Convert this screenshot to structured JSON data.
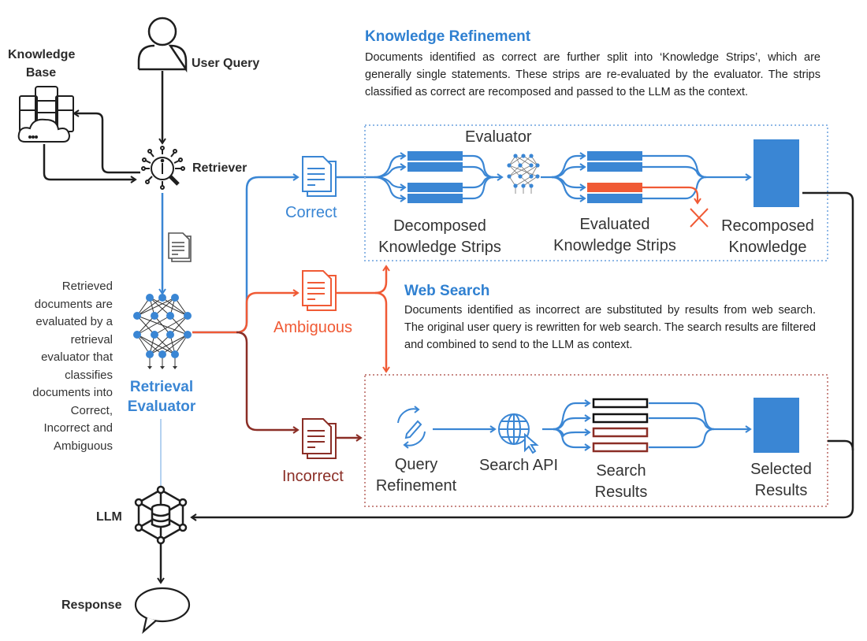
{
  "nodes": {
    "knowledge_base": "Knowledge Base",
    "knowledge_base_line1": "Knowledge",
    "knowledge_base_line2": "Base",
    "user_query": "User Query",
    "retriever": "Retriever",
    "retrieval_evaluator_line1": "Retrieval",
    "retrieval_evaluator_line2": "Evaluator",
    "llm": "LLM",
    "response": "Response"
  },
  "evaluator_description": "Retrieved documents are evaluated by a retrieval evaluator that classifies documents into Correct, Incorrect and Ambiguous",
  "evaluator_description_lines": [
    "Retrieved",
    "documents are",
    "evaluated by a",
    "retrieval",
    "evaluator that",
    "classifies",
    "documents into",
    "Correct,",
    "Incorrect and",
    "Ambiguous"
  ],
  "branches": {
    "correct": "Correct",
    "ambiguous": "Ambiguous",
    "incorrect": "Incorrect"
  },
  "knowledge_refinement": {
    "title": "Knowledge Refinement",
    "description": "Documents identified as correct are further split into ‘Knowledge Strips’, which are generally single statements. These strips are re-evaluated by the evaluator. The strips classified as correct are recomposed and passed to the LLM as the context.",
    "evaluator_label": "Evaluator",
    "decomposed_line1": "Decomposed",
    "decomposed_line2": "Knowledge Strips",
    "evaluated_line1": "Evaluated",
    "evaluated_line2": "Knowledge Strips",
    "recomposed_line1": "Recomposed",
    "recomposed_line2": "Knowledge"
  },
  "web_search": {
    "title": "Web Search",
    "description": "Documents identified as incorrect are substituted by results from web search. The original user query is rewritten for web search. The search results are filtered and combined to send to the LLM as context.",
    "query_refinement_line1": "Query",
    "query_refinement_line2": "Refinement",
    "search_api": "Search API",
    "search_results_line1": "Search",
    "search_results_line2": "Results",
    "selected_results_line1": "Selected",
    "selected_results_line2": "Results"
  },
  "colors": {
    "blue": "#3a86d4",
    "orange": "#f05a35",
    "dark_red": "#8b2e26",
    "dark": "#1e1e1e"
  }
}
